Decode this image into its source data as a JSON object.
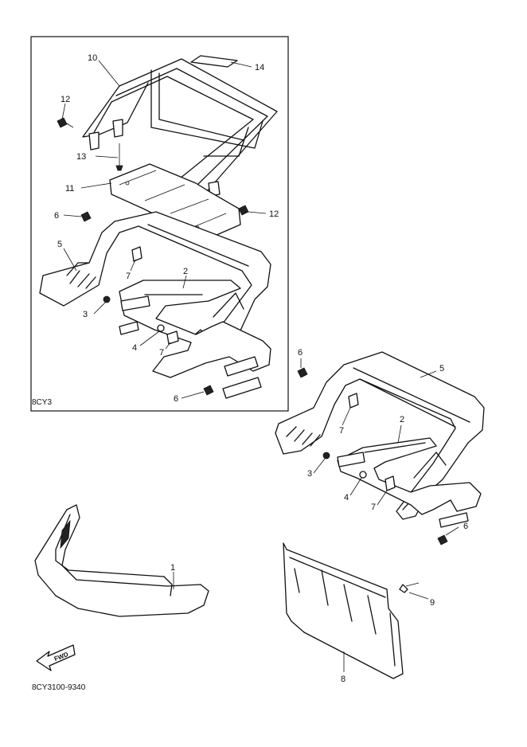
{
  "inset_code": "8CY3",
  "diagram_code": "8CY3100-9340",
  "fwd_label": "FWD",
  "callouts": {
    "inset_10": "10",
    "inset_14": "14",
    "inset_12a": "12",
    "inset_13": "13",
    "inset_11": "11",
    "inset_12b": "12",
    "inset_6a": "6",
    "inset_5": "5",
    "inset_7a": "7",
    "inset_2": "2",
    "inset_3": "3",
    "inset_4": "4",
    "inset_7b": "7",
    "inset_6b": "6",
    "main_6a": "6",
    "main_5": "5",
    "main_7a": "7",
    "main_2": "2",
    "main_3": "3",
    "main_4": "4",
    "main_7b": "7",
    "main_6b": "6",
    "main_1": "1",
    "main_9": "9",
    "main_8": "8"
  }
}
